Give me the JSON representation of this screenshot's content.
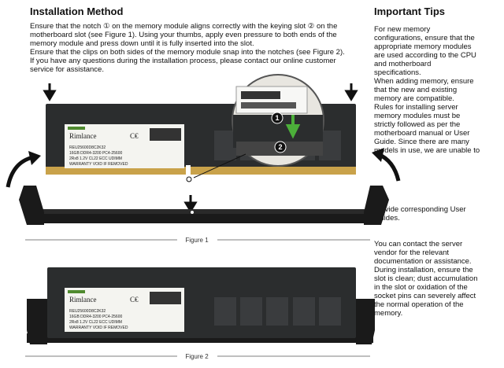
{
  "install": {
    "title": "Installation Method",
    "lines": [
      "Ensure that the notch ① on the memory module aligns correctly with the keying slot ② on the",
      "motherboard slot (see Figure 1). Using your thumbs, apply even pressure to both ends of the",
      "memory module and press down until it is fully inserted into the slot.",
      "Ensure that the clips on both sides of the memory module snap into the notches (see Figure 2).",
      "If you have any questions during the installation process, please contact our online customer",
      "service for assistance."
    ]
  },
  "tips": {
    "title": "Important Tips",
    "block1": [
      "For new memory",
      "configurations, ensure that the",
      "appropriate memory modules",
      "are used according to the CPU",
      "and motherboard",
      "specifications.",
      "When adding memory, ensure",
      "that the new and existing",
      "memory are compatible.",
      "Rules for installing server",
      "memory modules must be",
      "strictly followed as per the",
      "motherboard manual or User",
      "Guide. Since there are many",
      "models in use, we are unable to"
    ],
    "block2": [
      "provide corresponding User",
      "Guides."
    ],
    "block3": [
      "You can contact the server",
      "vendor for the relevant",
      "documentation or assistance.",
      "During installation, ensure the",
      "slot is clean; dust accumulation",
      "in the slot or oxidation of the",
      "socket pins can severely affect",
      "the normal operation of the",
      "memory."
    ]
  },
  "figure1": {
    "caption": "Figure 1",
    "marker1": "1",
    "marker2": "2"
  },
  "figure2": {
    "caption": "Figure 2"
  },
  "module": {
    "brand": "Rimlance",
    "part": "REU25600D8C2K32",
    "spec": "16GB DDR4-3200 PC4-25600",
    "spec2": "2Rx8 1.2V CL22 ECC UDIMM",
    "warranty": "WARRANTY VOID IF REMOVED"
  },
  "colors": {
    "pcb": "#2b2d2e",
    "chip": "#3a3c3e",
    "gold": "#c9a24a",
    "slot": "#1a1a1a",
    "arrow": "#111111",
    "label_green": "#4f8a2f"
  }
}
